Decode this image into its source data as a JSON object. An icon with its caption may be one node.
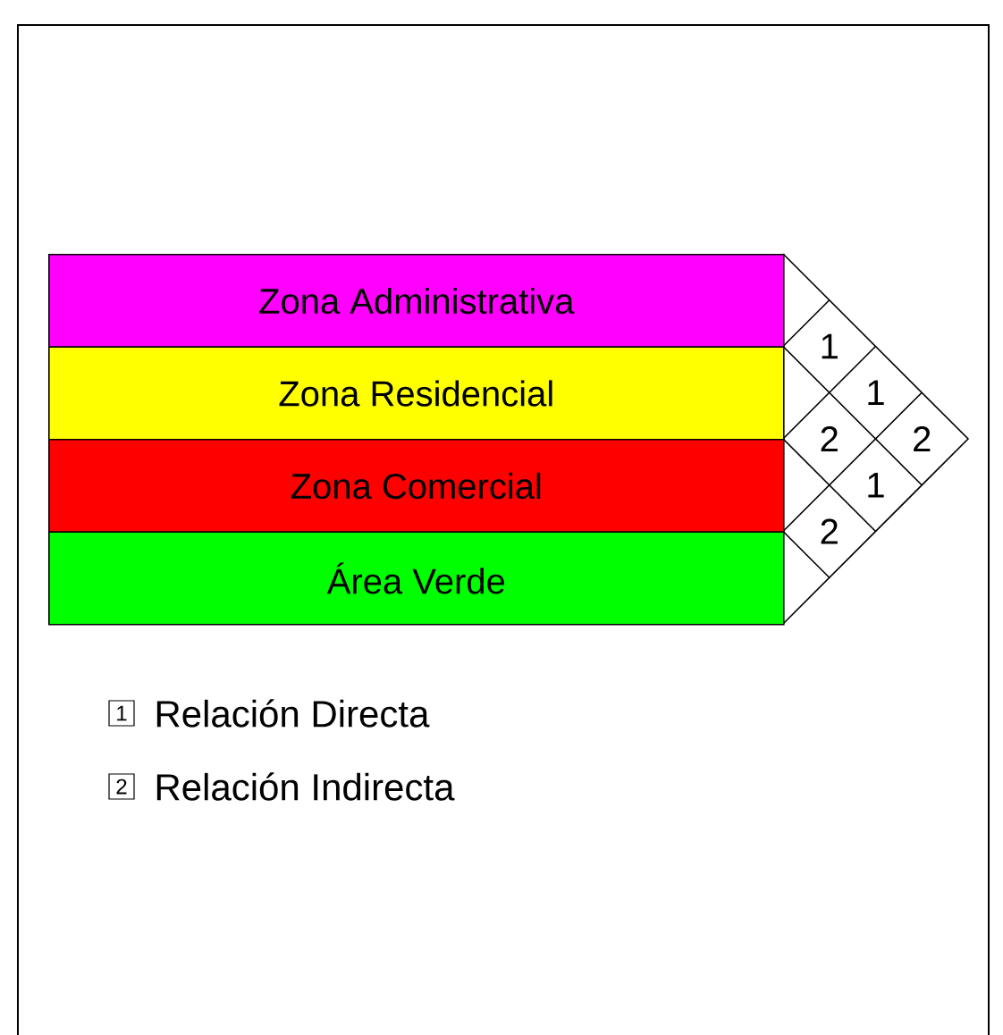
{
  "diagram": {
    "nodes": [
      {
        "text": [
          "Zona Administrativa"
        ]
      },
      {
        "text": [
          "Zona Residencial"
        ]
      },
      {
        "text": [
          "Zona Comercial"
        ]
      },
      {
        "text": [
          "Área Verde"
        ]
      }
    ],
    "labels": [
      "1",
      "1",
      "2",
      "2",
      "1",
      "2",
      "1",
      "2"
    ],
    "legend": [
      {
        "text": "Relación Directa"
      },
      {
        "text": "Relación Indirecta"
      }
    ]
  }
}
